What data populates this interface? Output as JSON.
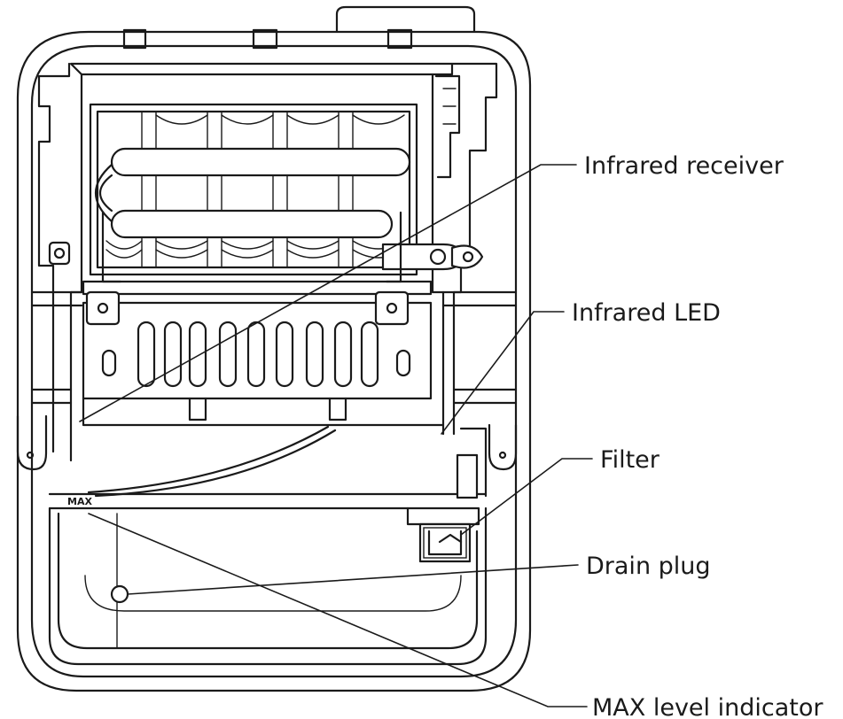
{
  "diagram": {
    "callouts": {
      "infrared_receiver": "Infrared receiver",
      "infrared_led": "Infrared LED",
      "filter": "Filter",
      "drain_plug": "Drain plug",
      "max_level_indicator": "MAX level indicator"
    },
    "max_marking": "MAX"
  }
}
